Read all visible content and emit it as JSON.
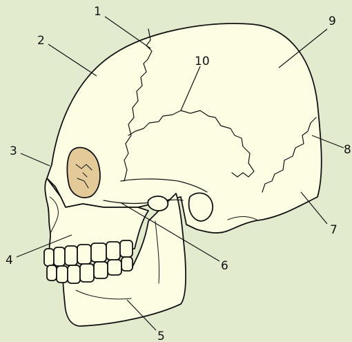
{
  "colors": {
    "background": "#e2ebcd",
    "bone_fill": "#fdfde3",
    "orbit_fill": "#e4ca98",
    "outline": "#111111"
  },
  "labels": [
    {
      "id": "l1",
      "text": "1"
    },
    {
      "id": "l2",
      "text": "2"
    },
    {
      "id": "l3",
      "text": "3"
    },
    {
      "id": "l4",
      "text": "4"
    },
    {
      "id": "l5",
      "text": "5"
    },
    {
      "id": "l6",
      "text": "6"
    },
    {
      "id": "l7",
      "text": "7"
    },
    {
      "id": "l8",
      "text": "8"
    },
    {
      "id": "l9",
      "text": "9"
    },
    {
      "id": "l10",
      "text": "10"
    }
  ]
}
